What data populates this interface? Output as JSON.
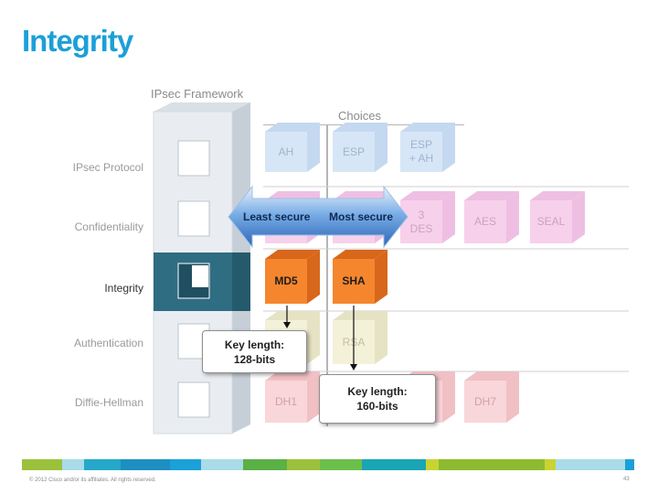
{
  "title": "Integrity",
  "framework_label": "IPsec Framework",
  "choices_label": "Choices",
  "rows": [
    {
      "label": "IPsec Protocol"
    },
    {
      "label": "Confidentiality"
    },
    {
      "label": "Integrity"
    },
    {
      "label": "Authentication"
    },
    {
      "label": "Diffie-Hellman"
    }
  ],
  "choices": {
    "ah": "AH",
    "esp": "ESP",
    "esp_ah": "ESP\n+ AH",
    "des3": "3\nDES",
    "aes": "AES",
    "seal": "SEAL",
    "md5": "MD5",
    "sha": "SHA",
    "rsa": "RSA",
    "dh1": "DH1",
    "dh7": "DH7"
  },
  "security_arrow": {
    "least": "Least secure",
    "most": "Most secure"
  },
  "callouts": {
    "md5_line1": "Key length:",
    "md5_line2": "128-bits",
    "sha_line1": "Key length:",
    "sha_line2": "160-bits"
  },
  "footer": {
    "copyright": "© 2012 Cisco and/or its affiliates. All rights reserved.",
    "page": "43"
  },
  "colors": {
    "title": "#1ba0d8",
    "protocol_box": "#d7e6f7",
    "confidentiality_box": "#f7d0ec",
    "integrity_box": "#f5862e",
    "auth_box": "#f3f1d8",
    "dh_box": "#f9d6d9",
    "arrow": "#3c78c6"
  }
}
